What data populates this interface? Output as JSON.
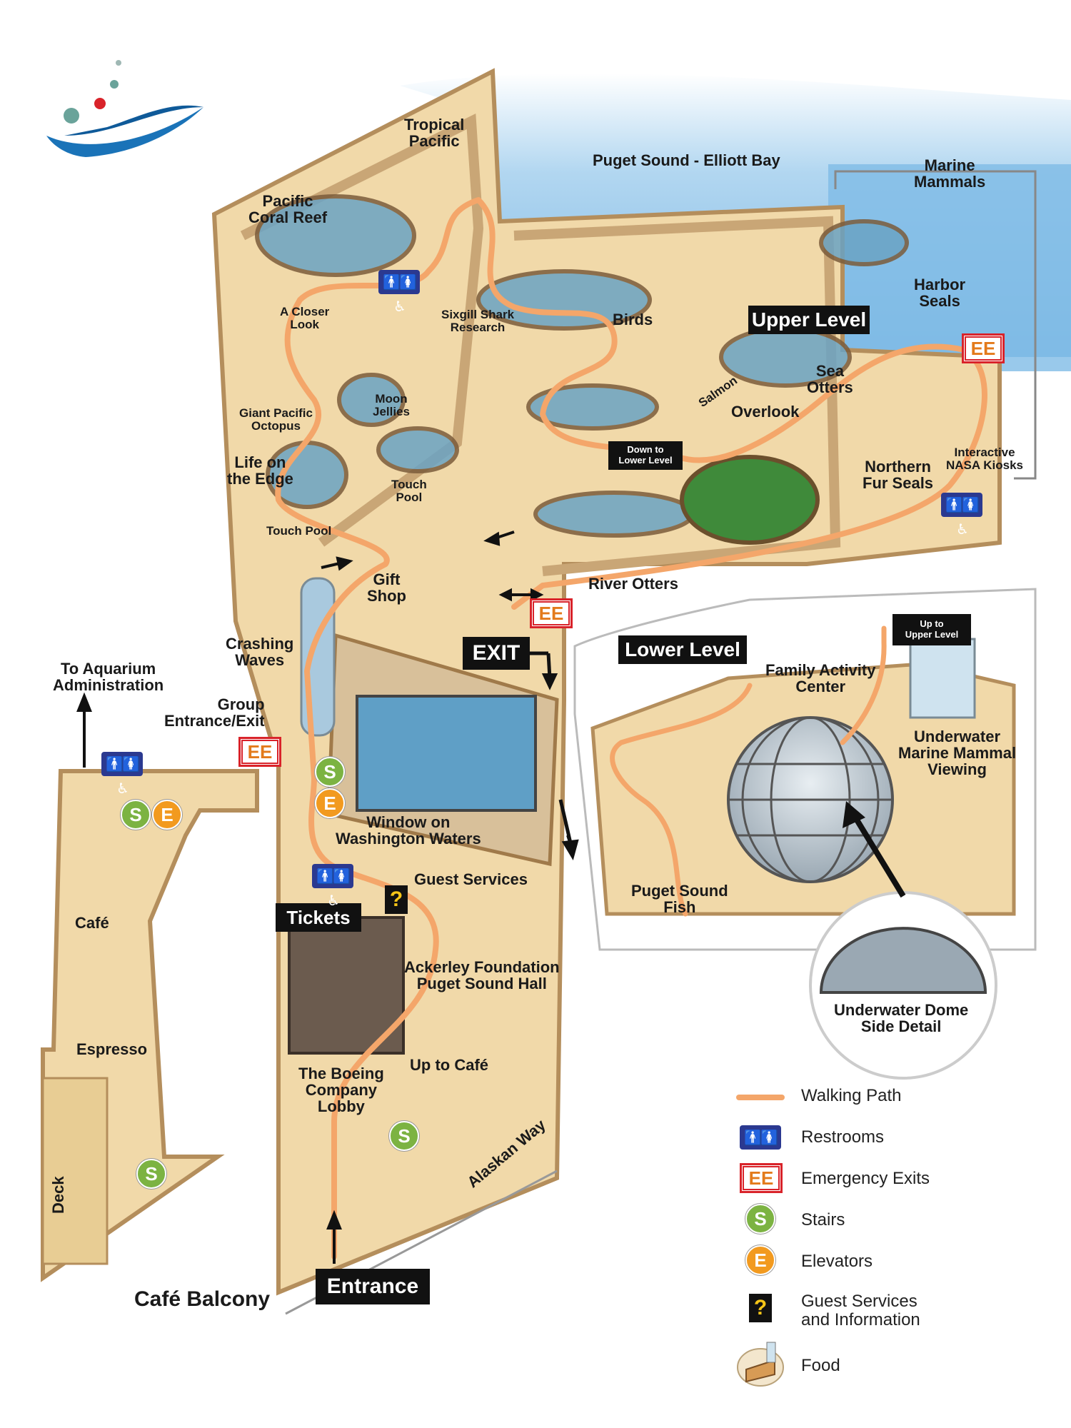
{
  "map": {
    "water_label": "Puget Sound - Elliott Bay",
    "street_label": "Alaskan Way",
    "exhibits": {
      "tropical_pacific": "Tropical\nPacific",
      "pacific_coral_reef": "Pacific\nCoral Reef",
      "a_closer_look": "A Closer\nLook",
      "sixgill_shark": "Sixgill Shark\nResearch",
      "giant_pacific_octopus": "Giant Pacific\nOctopus",
      "moon_jellies": "Moon\nJellies",
      "life_on_the_edge": "Life on\nthe Edge",
      "touch_pool_inner": "Touch\nPool",
      "touch_pool": "Touch Pool",
      "gift_shop": "Gift\nShop",
      "crashing_waves": "Crashing\nWaves",
      "group_entrance": "Group\nEntrance/Exit",
      "to_admin": "To Aquarium\nAdministration",
      "window_on_washington": "Window on\nWashington Waters",
      "guest_services": "Guest Services",
      "ackerley_hall": "Ackerley Foundation\nPuget Sound Hall",
      "boeing_lobby": "The Boeing\nCompany\nLobby",
      "up_to_cafe": "Up to Café",
      "birds": "Birds",
      "salmon": "Salmon",
      "overlook": "Overlook",
      "sea_otters": "Sea\nOtters",
      "harbor_seals": "Harbor\nSeals",
      "marine_mammals": "Marine\nMammals",
      "northern_fur_seals": "Northern\nFur Seals",
      "nasa_kiosks": "Interactive\nNASA Kiosks",
      "river_otters": "River Otters",
      "family_activity_center": "Family Activity\nCenter",
      "underwater_marine_mammal": "Underwater\nMarine Mammal\nViewing",
      "puget_sound_fish": "Puget Sound\nFish",
      "underwater_dome_detail": "Underwater Dome\nSide Detail",
      "cafe": "Café",
      "espresso": "Espresso",
      "deck": "Deck",
      "cafe_balcony": "Café Balcony"
    },
    "tags": {
      "upper_level": "Upper Level",
      "lower_level": "Lower Level",
      "down_to_lower": "Down to\nLower Level",
      "up_to_upper": "Up to\nUpper Level",
      "exit": "EXIT",
      "tickets": "Tickets",
      "entrance": "Entrance"
    },
    "symbols": {
      "ee": "EE",
      "stairs": "S",
      "elevator": "E",
      "question": "?",
      "restroom": "🚹🚺♿"
    }
  },
  "legend": {
    "items": [
      {
        "key": "walking_path",
        "label": "Walking Path"
      },
      {
        "key": "restrooms",
        "label": "Restrooms"
      },
      {
        "key": "emergency_exits",
        "label": "Emergency Exits"
      },
      {
        "key": "stairs",
        "label": "Stairs"
      },
      {
        "key": "elevators",
        "label": "Elevators"
      },
      {
        "key": "guest_services",
        "label": "Guest Services\nand Information"
      },
      {
        "key": "food",
        "label": "Food"
      }
    ]
  },
  "colors": {
    "water": "#8fc3e8",
    "floor": "#f1d9a9",
    "wall": "#cfb083",
    "path": "#f4a66a",
    "ee_red": "#d9232a",
    "ee_orange": "#e37a1b",
    "stairs_green": "#7cb342",
    "elevator_orange": "#f29a1f",
    "restroom_blue": "#2b3990"
  }
}
